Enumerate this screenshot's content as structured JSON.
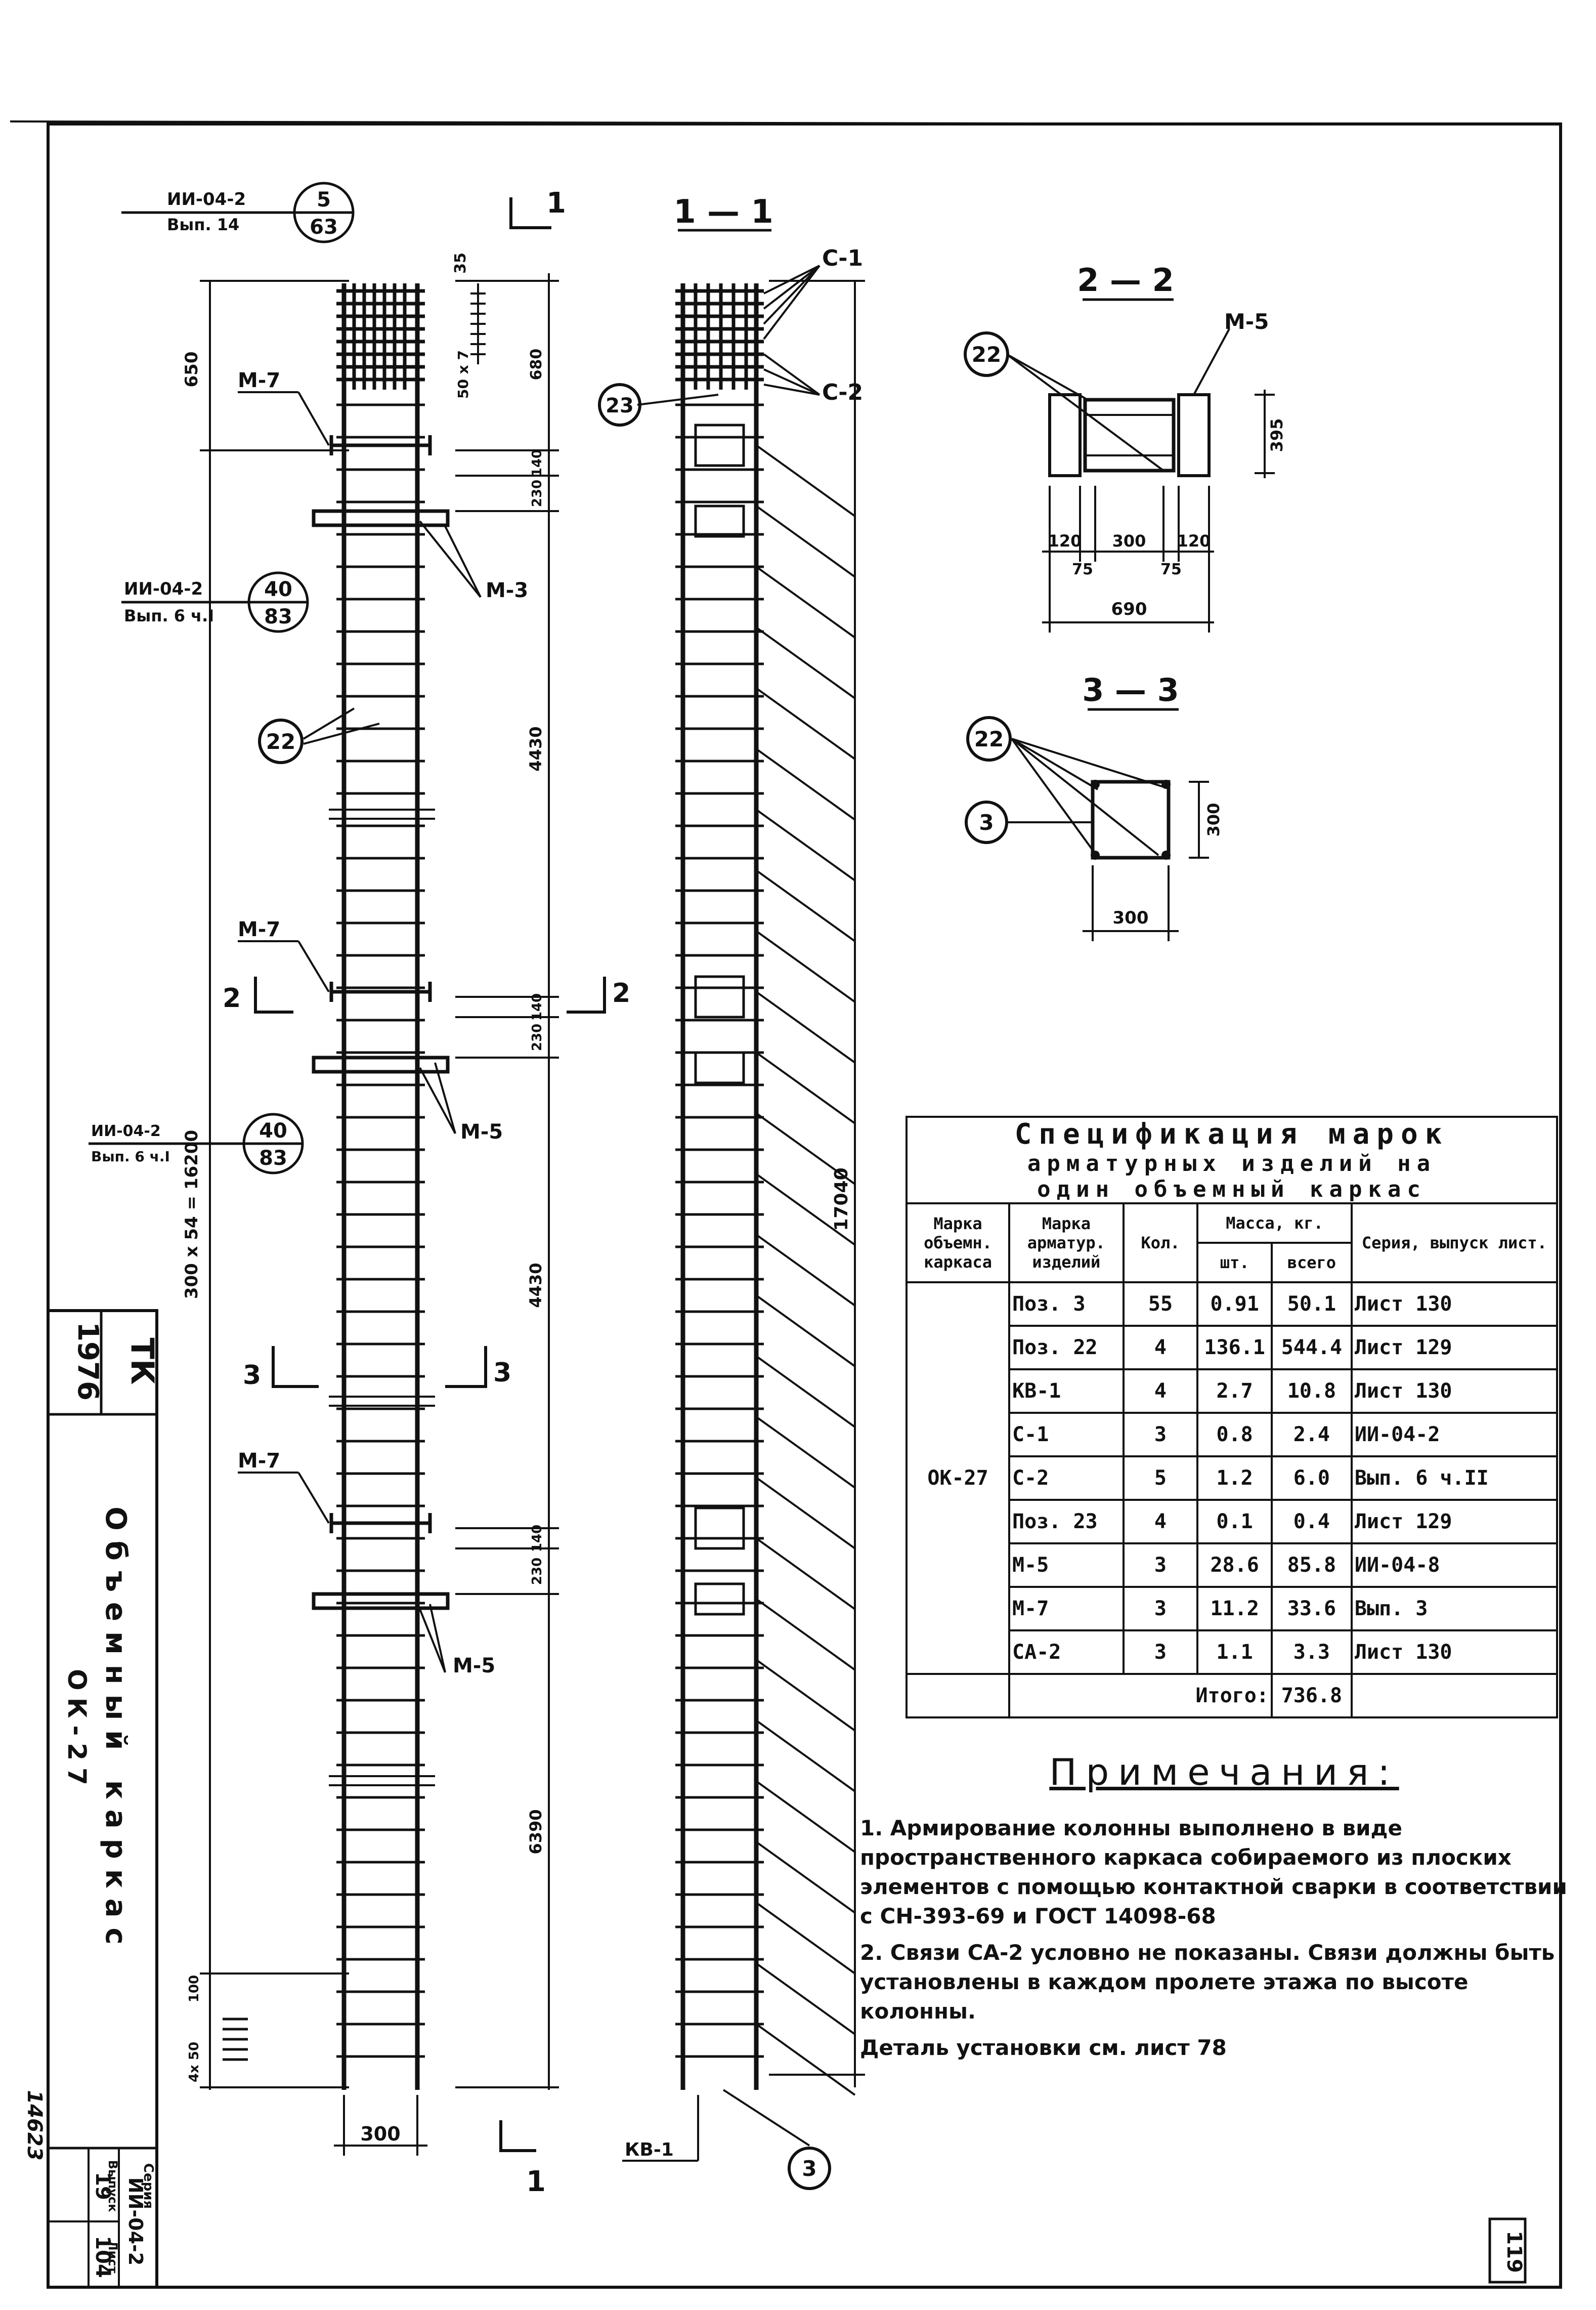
{
  "main_view": {
    "ref1_code": "ИИ-04-2",
    "ref1_vyp": "Вып. 14",
    "ref1_num": "5",
    "ref1_sheet": "63",
    "ref2_code": "ИИ-04-2",
    "ref2_vyp": "Вып. 6 ч.I",
    "ref2_num": "40",
    "ref2_sheet": "83",
    "ref3_code": "ИИ-04-2",
    "ref3_vyp": "Вып. 6 ч.I",
    "ref3_num": "40",
    "ref3_sheet": "83",
    "m7": "М-7",
    "m3": "М-3",
    "m5": "М-5",
    "pos22": "22",
    "cut1": "1",
    "cut2": "2",
    "cut3": "3",
    "dim_650": "650",
    "dim_35": "35",
    "dim_50x7": "50 x 7",
    "dim_680": "680",
    "dim_140": "140",
    "dim_230": "230",
    "dim_4430": "4430",
    "dim_total": "300 x 54 = 16200",
    "dim_6390": "6390",
    "dim_100": "100",
    "dim_4x50": "4x 50",
    "dim_300": "300"
  },
  "section_1_1": {
    "title": "1 — 1",
    "c1": "С-1",
    "c2": "С-2",
    "pos23": "23",
    "pos3": "3",
    "kv1": "КВ-1",
    "dim_17040": "17040"
  },
  "section_2_2": {
    "title": "2 — 2",
    "pos22": "22",
    "m5": "М-5",
    "dim_395": "395",
    "dim_120a": "120",
    "dim_300": "300",
    "dim_120b": "120",
    "dim_75a": "75",
    "dim_75b": "75",
    "dim_690": "690"
  },
  "section_3_3": {
    "title": "3 — 3",
    "pos22": "22",
    "pos3": "3",
    "dim_300v": "300",
    "dim_300h": "300"
  },
  "spec": {
    "title1": "Спецификация марок",
    "title2": "арматурных изделий на",
    "title3": "один объемный каркас",
    "h_marka": "Марка объемн. каркаса",
    "h_armatur": "Марка арматур. изделий",
    "h_kol": "Кол.",
    "h_massa": "Масса, кг.",
    "h_sht": "шт.",
    "h_vsego": "всего",
    "h_seria": "Серия, выпуск лист.",
    "frame_mark": "ОК-27",
    "rows": [
      {
        "item": "Поз. 3",
        "qty": "55",
        "unit": "0.91",
        "total": "50.1",
        "ref": "Лист 130"
      },
      {
        "item": "Поз. 22",
        "qty": "4",
        "unit": "136.1",
        "total": "544.4",
        "ref": "Лист 129"
      },
      {
        "item": "КВ-1",
        "qty": "4",
        "unit": "2.7",
        "total": "10.8",
        "ref": "Лист 130"
      },
      {
        "item": "С-1",
        "qty": "3",
        "unit": "0.8",
        "total": "2.4",
        "ref": "ИИ-04-2"
      },
      {
        "item": "С-2",
        "qty": "5",
        "unit": "1.2",
        "total": "6.0",
        "ref": "Вып. 6 ч.II"
      },
      {
        "item": "Поз. 23",
        "qty": "4",
        "unit": "0.1",
        "total": "0.4",
        "ref": "Лист 129"
      },
      {
        "item": "М-5",
        "qty": "3",
        "unit": "28.6",
        "total": "85.8",
        "ref": "ИИ-04-8"
      },
      {
        "item": "М-7",
        "qty": "3",
        "unit": "11.2",
        "total": "33.6",
        "ref": "Вып. 3"
      },
      {
        "item": "СА-2",
        "qty": "3",
        "unit": "1.1",
        "total": "3.3",
        "ref": "Лист 130"
      }
    ],
    "total_label": "Итого:",
    "total_value": "736.8"
  },
  "notes": {
    "title": "Примечания:",
    "n1": "1. Армирование колонны выполнено в виде пространственного каркаса собираемого из плоских элементов с помощью контактной сварки в соответствии с СН-393-69 и ГОСТ 14098-68",
    "n2": "2. Связи СА-2 условно не показаны. Связи должны быть установлены в каждом пролете этажа по высоте колонны.",
    "n3": "Деталь установки см. лист 78"
  },
  "stamp": {
    "org": "ТК",
    "year": "1976",
    "title1": "Объемный каркас",
    "title2": "ОК-27",
    "series_label": "Серия",
    "series": "ИИ-04-2",
    "vypusk_label": "Выпуск",
    "vypusk": "19",
    "list_label": "Лист",
    "list": "104",
    "inv": "14623",
    "page": "119"
  }
}
